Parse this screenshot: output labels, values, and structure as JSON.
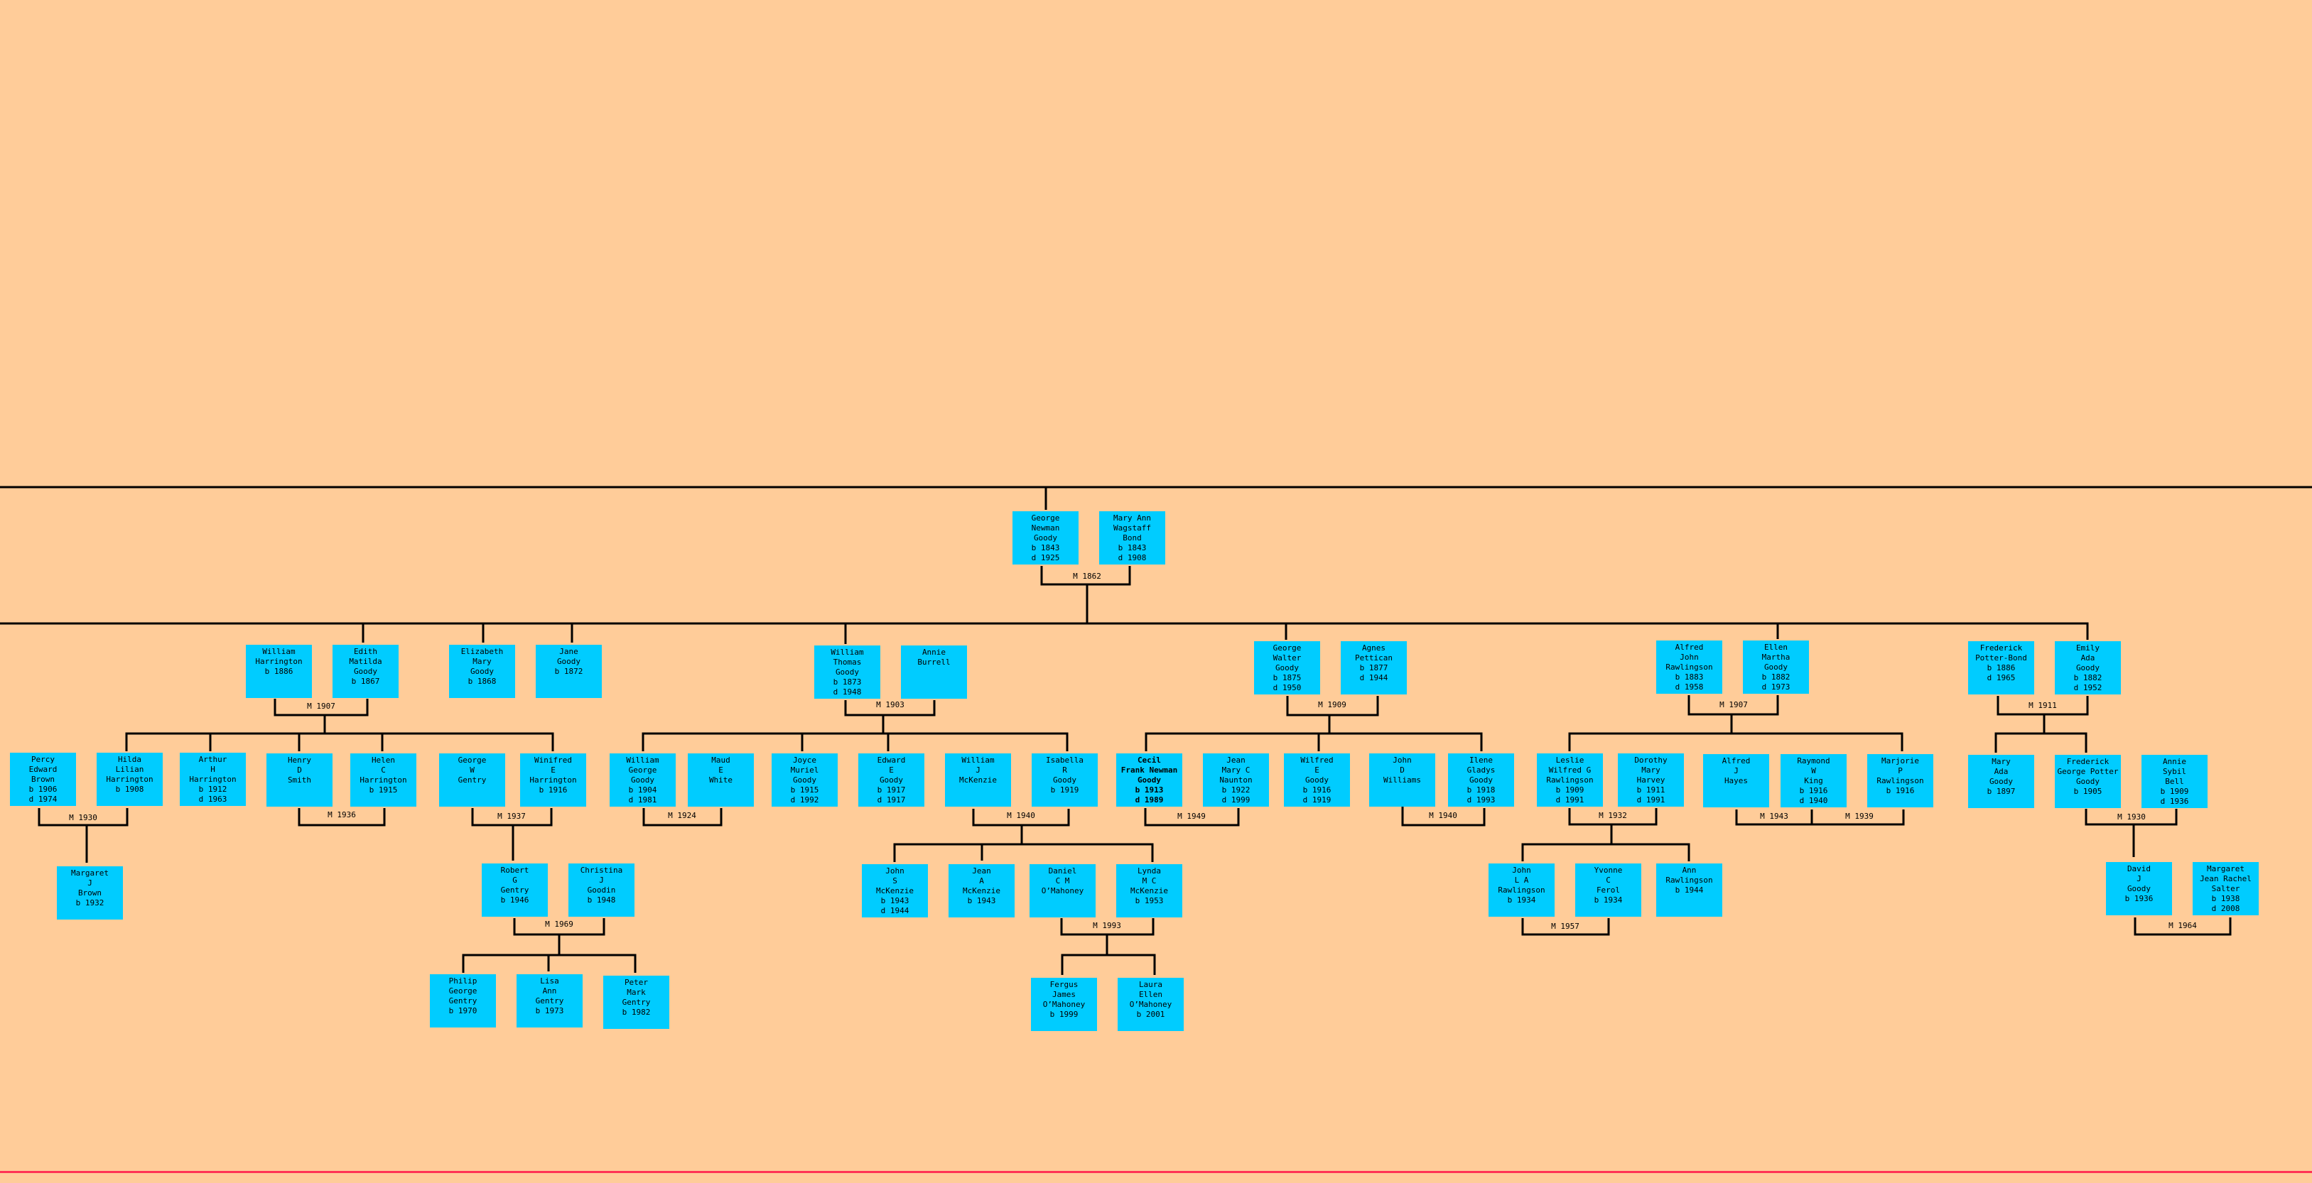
{
  "colors": {
    "background": "#ffcc99",
    "person_box": "#00ccff",
    "line": "#000000",
    "bottom_rule": "#ff3355"
  },
  "people": [
    {
      "lines": [
        "George",
        "Newman",
        "Goody",
        "b 1843",
        "d 1925"
      ]
    },
    {
      "lines": [
        "Mary Ann",
        "Wagstaff",
        "Bond",
        "b 1843",
        "d 1908"
      ]
    },
    {
      "lines": [
        "William",
        "Harrington",
        "b 1886"
      ]
    },
    {
      "lines": [
        "Edith",
        "Matilda",
        "Goody",
        "b 1867"
      ]
    },
    {
      "lines": [
        "Elizabeth",
        "Mary",
        "Goody",
        "b 1868"
      ]
    },
    {
      "lines": [
        "Jane",
        "Goody",
        "b 1872"
      ]
    },
    {
      "lines": [
        "William",
        "Thomas",
        "Goody",
        "b 1873",
        "d 1948"
      ]
    },
    {
      "lines": [
        "Annie",
        "Burrell"
      ]
    },
    {
      "lines": [
        "George",
        "Walter",
        "Goody",
        "b 1875",
        "d 1950"
      ]
    },
    {
      "lines": [
        "Agnes",
        "Pettican",
        "b 1877",
        "d 1944"
      ]
    },
    {
      "lines": [
        "Alfred",
        "John",
        "Rawlingson",
        "b 1883",
        "d 1958"
      ]
    },
    {
      "lines": [
        "Ellen",
        "Martha",
        "Goody",
        "b 1882",
        "d 1973"
      ]
    },
    {
      "lines": [
        "Frederick",
        "Potter-Bond",
        "b 1886",
        "d 1965"
      ]
    },
    {
      "lines": [
        "Emily",
        "Ada",
        "Goody",
        "b 1882",
        "d 1952"
      ]
    },
    {
      "lines": [
        "Percy",
        "Edward",
        "Brown",
        "b 1906",
        "d 1974"
      ]
    },
    {
      "lines": [
        "Hilda",
        "Lilian",
        "Harrington",
        "b 1908"
      ]
    },
    {
      "lines": [
        "Arthur",
        "H",
        "Harrington",
        "b 1912",
        "d 1963"
      ]
    },
    {
      "lines": [
        "Henry",
        "D",
        "Smith"
      ]
    },
    {
      "lines": [
        "Helen",
        "C",
        "Harrington",
        "b 1915"
      ]
    },
    {
      "lines": [
        "George",
        "W",
        "Gentry"
      ]
    },
    {
      "lines": [
        "Winifred",
        "E",
        "Harrington",
        "b 1916"
      ]
    },
    {
      "lines": [
        "William",
        "George",
        "Goody",
        "b 1904",
        "d 1981"
      ]
    },
    {
      "lines": [
        "Maud",
        "E",
        "White"
      ]
    },
    {
      "lines": [
        "Joyce",
        "Muriel",
        "Goody",
        "b 1915",
        "d 1992"
      ]
    },
    {
      "lines": [
        "Edward",
        "E",
        "Goody",
        "b 1917",
        "d 1917"
      ]
    },
    {
      "lines": [
        "William",
        "J",
        "McKenzie"
      ]
    },
    {
      "lines": [
        "Isabella",
        "R",
        "Goody",
        "b 1919"
      ]
    },
    {
      "lines": [
        "Cecil",
        "Frank Newman",
        "Goody",
        "b 1913",
        "d 1989"
      ],
      "highlighted": true
    },
    {
      "lines": [
        "Jean",
        "Mary C",
        "Naunton",
        "b 1922",
        "d 1999"
      ]
    },
    {
      "lines": [
        "Wilfred",
        "E",
        "Goody",
        "b 1916",
        "d 1919"
      ]
    },
    {
      "lines": [
        "John",
        "D",
        "Williams"
      ]
    },
    {
      "lines": [
        "Ilene",
        "Gladys",
        "Goody",
        "b 1918",
        "d 1993"
      ]
    },
    {
      "lines": [
        "Leslie",
        "Wilfred G",
        "Rawlingson",
        "b 1909",
        "d 1991"
      ]
    },
    {
      "lines": [
        "Dorothy",
        "Mary",
        "Harvey",
        "b 1911",
        "d 1991"
      ]
    },
    {
      "lines": [
        "Alfred",
        "J",
        "Hayes"
      ]
    },
    {
      "lines": [
        "Raymond",
        "W",
        "King",
        "b 1916",
        "d 1940"
      ]
    },
    {
      "lines": [
        "Marjorie",
        "P",
        "Rawlingson",
        "b 1916"
      ]
    },
    {
      "lines": [
        "Mary",
        "Ada",
        "Goody",
        "b 1897"
      ]
    },
    {
      "lines": [
        "Frederick",
        "George Potter",
        "Goody",
        "b 1905"
      ]
    },
    {
      "lines": [
        "Annie",
        "Sybil",
        "Bell",
        "b 1909",
        "d 1936"
      ]
    },
    {
      "lines": [
        "Margaret",
        "J",
        "Brown",
        "b 1932"
      ]
    },
    {
      "lines": [
        "Robert",
        "G",
        "Gentry",
        "b 1946"
      ]
    },
    {
      "lines": [
        "Christina",
        "J",
        "Goodin",
        "b 1948"
      ]
    },
    {
      "lines": [
        "John",
        "S",
        "McKenzie",
        "b 1943",
        "d 1944"
      ]
    },
    {
      "lines": [
        "Jean",
        "A",
        "McKenzie",
        "b 1943"
      ]
    },
    {
      "lines": [
        "Daniel",
        "C M",
        "O’Mahoney"
      ]
    },
    {
      "lines": [
        "Lynda",
        "M C",
        "McKenzie",
        "b 1953"
      ]
    },
    {
      "lines": [
        "John",
        "L A",
        "Rawlingson",
        "b 1934"
      ]
    },
    {
      "lines": [
        "Yvonne",
        "C",
        "Ferol",
        "b 1934"
      ]
    },
    {
      "lines": [
        "Ann",
        "Rawlingson",
        "b 1944"
      ]
    },
    {
      "lines": [
        "David",
        "J",
        "Goody",
        "b 1936"
      ]
    },
    {
      "lines": [
        "Margaret",
        "Jean Rachel",
        "Salter",
        "b 1938",
        "d 2008"
      ]
    },
    {
      "lines": [
        "Philip",
        "George",
        "Gentry",
        "b 1970"
      ]
    },
    {
      "lines": [
        "Lisa",
        "Ann",
        "Gentry",
        "b 1973"
      ]
    },
    {
      "lines": [
        "Peter",
        "Mark",
        "Gentry",
        "b 1982"
      ]
    },
    {
      "lines": [
        "Fergus",
        "James",
        "O’Mahoney",
        "b 1999"
      ]
    },
    {
      "lines": [
        "Laura",
        "Ellen",
        "O’Mahoney",
        "b 2001"
      ]
    }
  ],
  "marriages": [
    "M 1862",
    "M 1907",
    "M 1903",
    "M 1909",
    "M 1907",
    "M 1911",
    "M 1930",
    "M 1936",
    "M 1937",
    "M 1924",
    "M 1940",
    "M 1949",
    "M 1940",
    "M 1932",
    "M 1943",
    "M 1939",
    "M 1930",
    "M 1969",
    "M 1993",
    "M 1957",
    "M 1964"
  ]
}
